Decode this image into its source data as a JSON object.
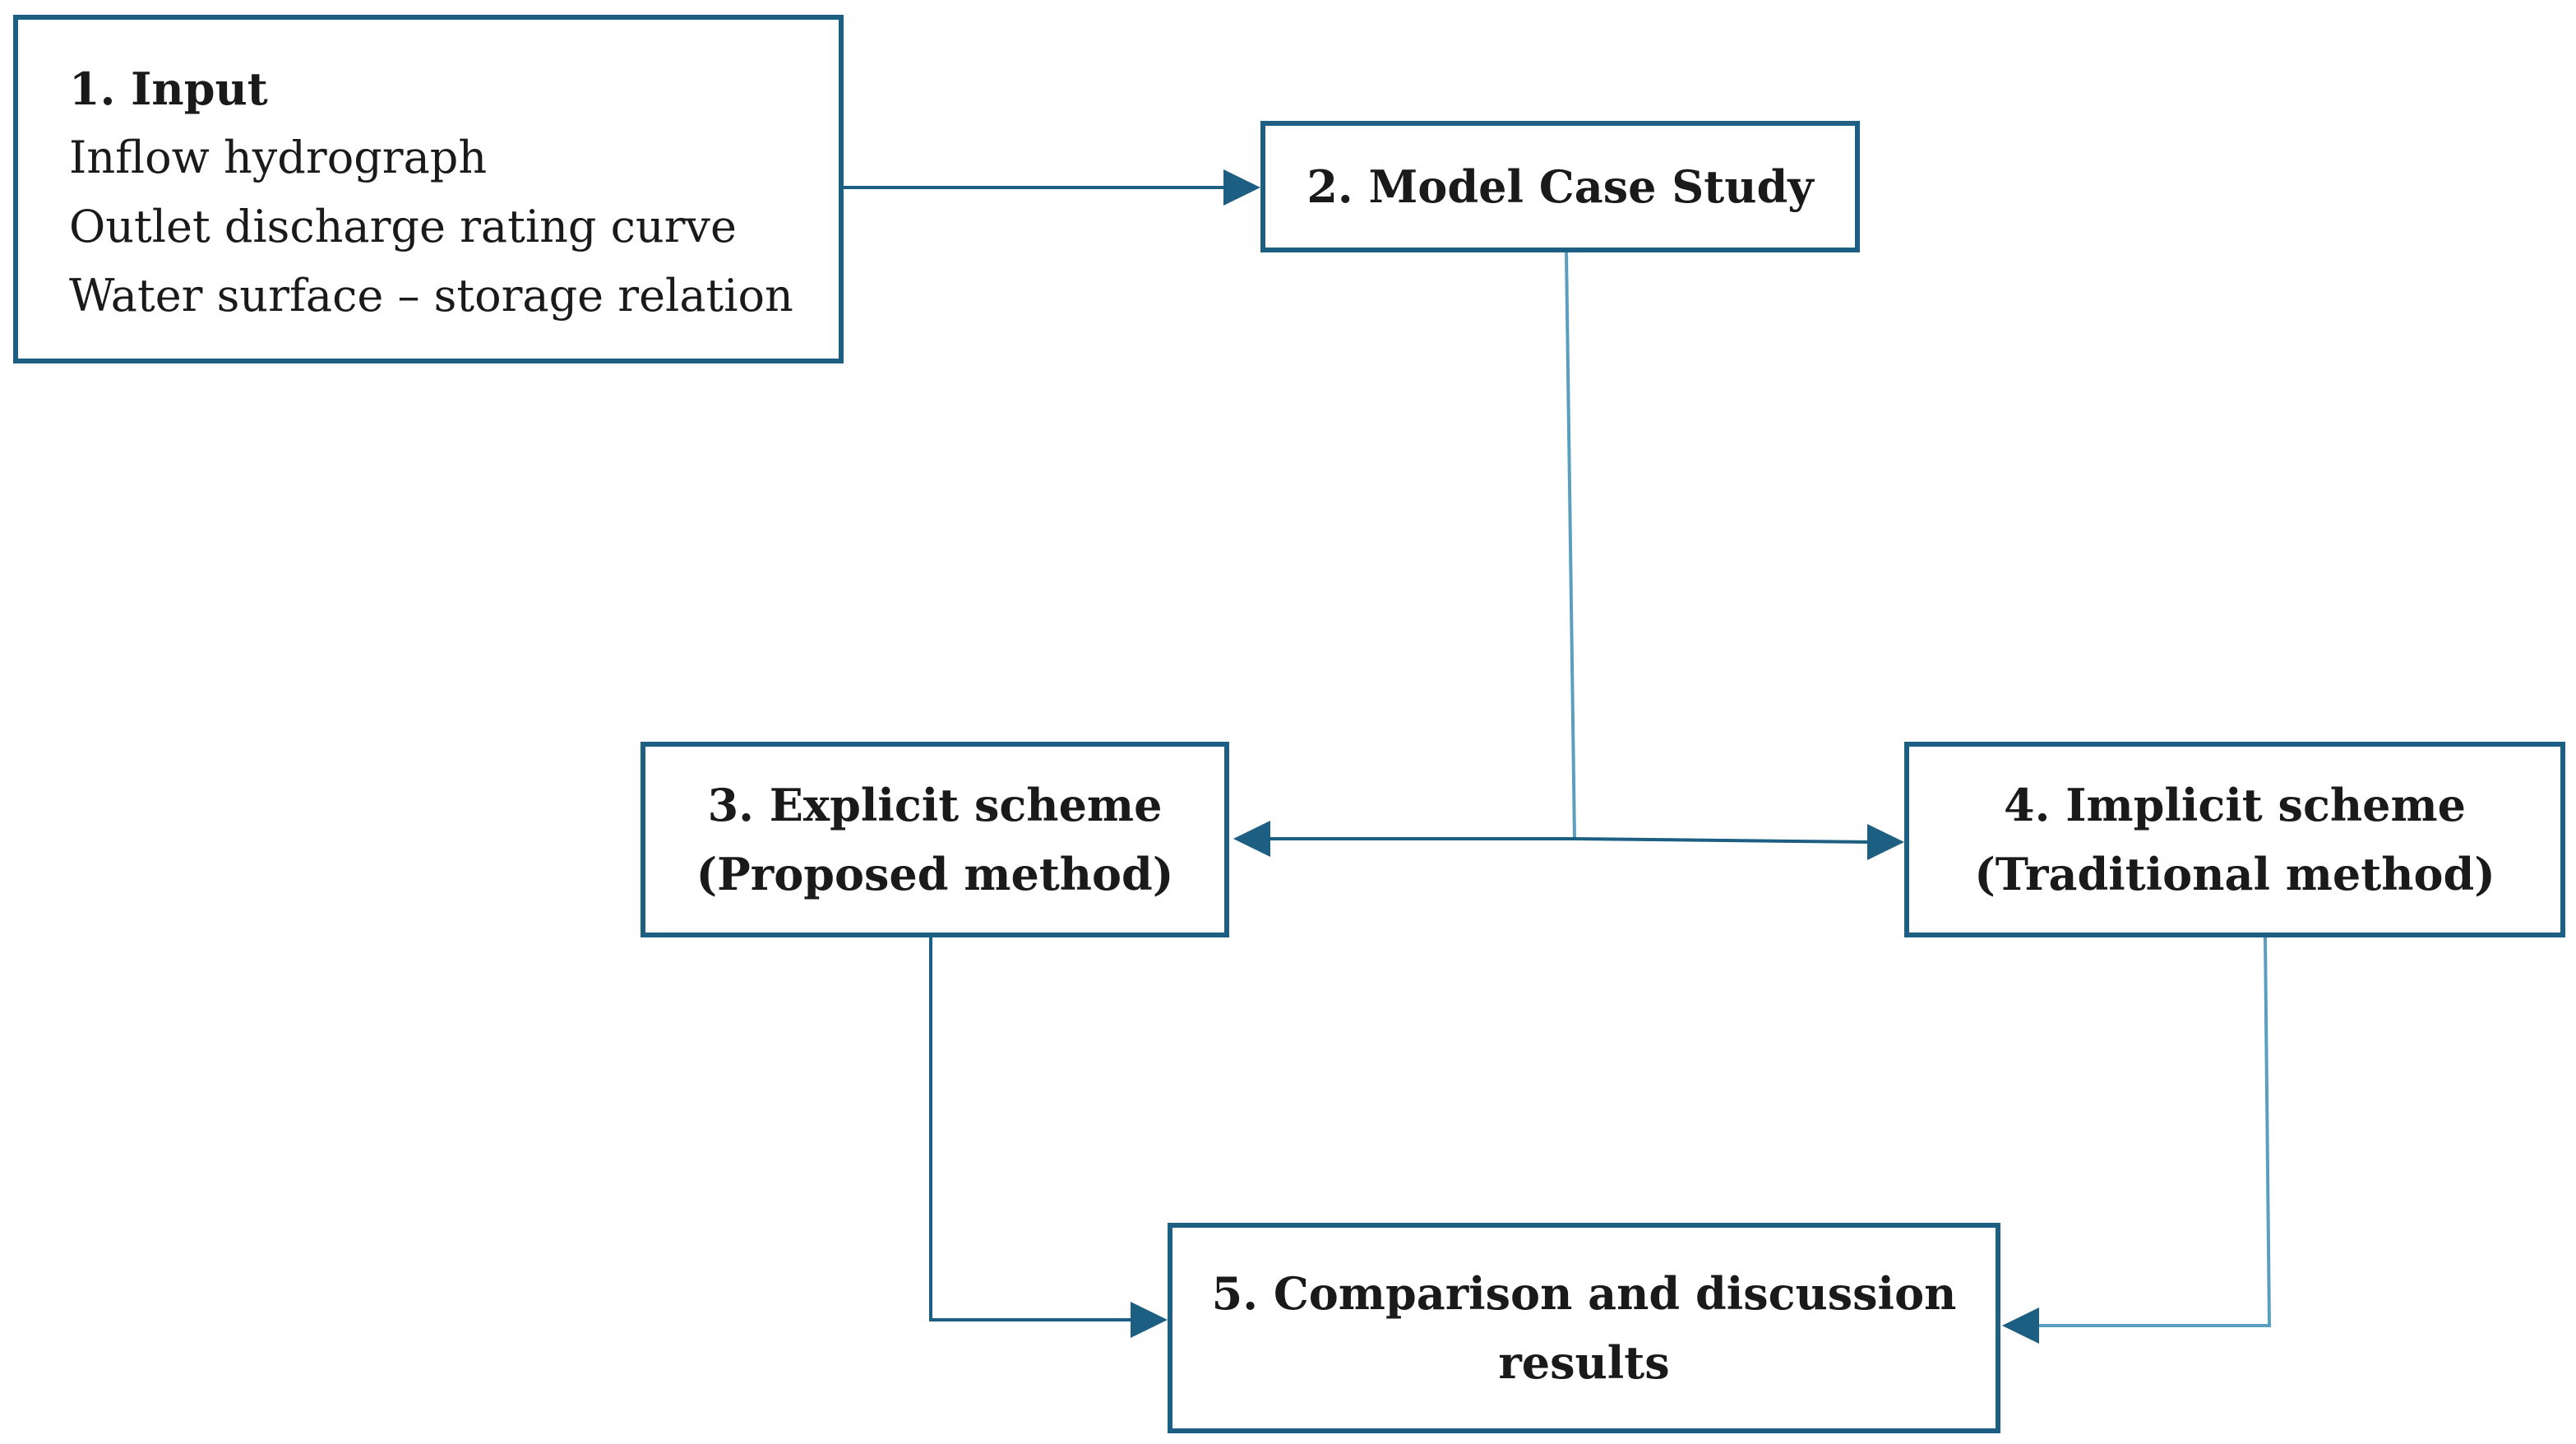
{
  "diagram": {
    "colors": {
      "border": "#1c5f82",
      "line": "#5b9fc0",
      "arrowhead": "#1c5f82",
      "text": "#1a1a1a"
    },
    "nodes": {
      "input": {
        "title": "1. Input",
        "lines": [
          "Inflow hydrograph",
          "Outlet discharge rating curve",
          "Water surface – storage relation"
        ]
      },
      "model": {
        "line1": "2. Model Case Study"
      },
      "explicit": {
        "line1": "3. Explicit scheme",
        "line2": "(Proposed method)"
      },
      "implicit": {
        "line1": "4. Implicit scheme",
        "line2": "(Traditional method)"
      },
      "comparison": {
        "line1": "5. Comparison and discussion",
        "line2": "results"
      }
    },
    "edges": [
      {
        "from": "input",
        "to": "model"
      },
      {
        "from": "model",
        "to": "explicit"
      },
      {
        "from": "model",
        "to": "implicit"
      },
      {
        "from": "explicit",
        "to": "comparison"
      },
      {
        "from": "implicit",
        "to": "comparison"
      }
    ]
  }
}
